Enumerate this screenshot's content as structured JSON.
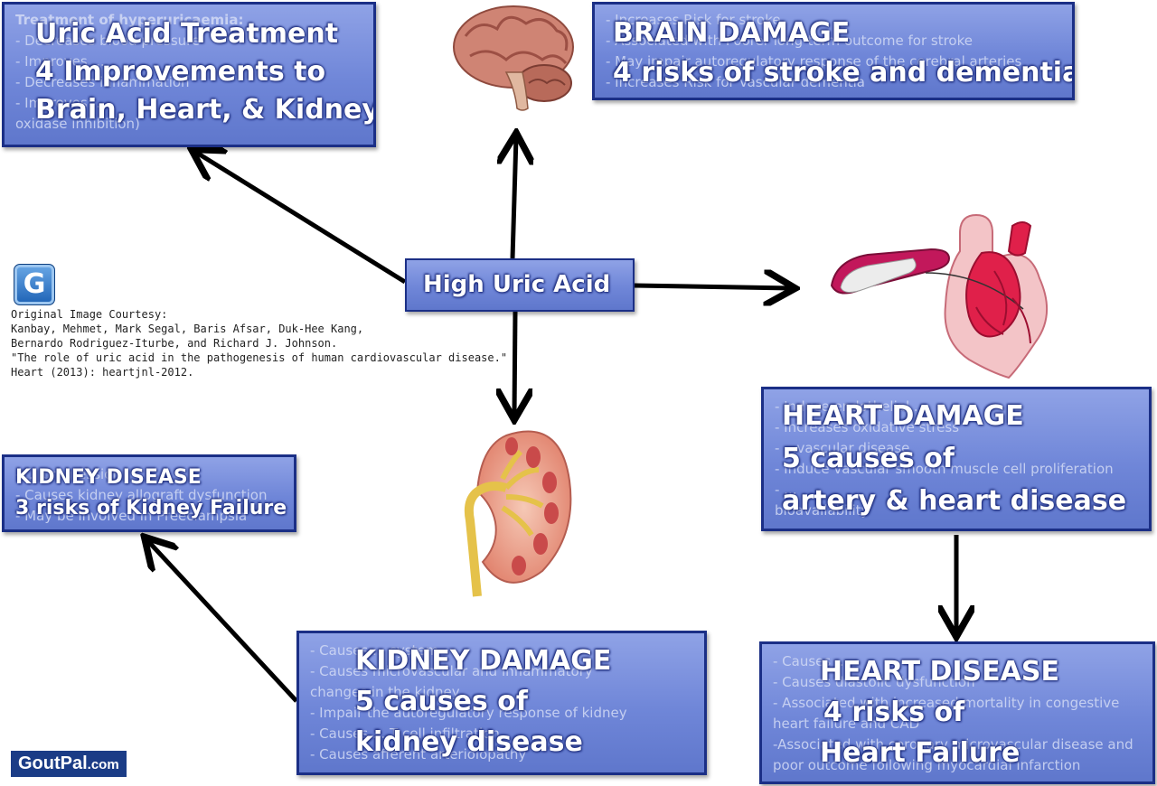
{
  "center": {
    "label": "High Uric Acid"
  },
  "treatment": {
    "title": [
      "Uric  Acid Treatment",
      "4 Improvements to",
      "Brain, Heart, & Kidney"
    ],
    "under": [
      "Treatment of hyperuricaemia:",
      "- Decreases blood pressure",
      "- Improves ...",
      "- Decreases inflammation",
      "- Improves ...",
      "oxidase inhibition)"
    ]
  },
  "brain": {
    "title": [
      "BRAIN DAMAGE",
      "4 risks of stroke and dementia"
    ],
    "under": [
      "- Increases Risk for stroke",
      "- Associated with Poorer long-term outcome for stroke",
      "- May impair autoregulatory response of the cerebral arteries",
      "- Increases Risk for Vascular dementia"
    ]
  },
  "heart_damage": {
    "title": [
      "HEART DAMAGE",
      "5 causes of",
      "artery & heart disease"
    ],
    "under": [
      "- Induce endothelial ...",
      "- Increases oxidative stress",
      "- ...vascular disease",
      "- Induce vascular smooth muscle cell proliferation",
      "- ...",
      "bioavailability"
    ]
  },
  "kidney_disease": {
    "title": [
      "KIDNEY DISEASE",
      "3 risks of Kidney Failure"
    ],
    "under": [
      "- ... progression",
      "- Causes kidney allograft dysfunction",
      "- May be involved in Preeclampsia"
    ]
  },
  "kidney_damage": {
    "title": [
      "KIDNEY DAMAGE",
      "5 causes of",
      "kidney disease"
    ],
    "under": [
      "- Causes ... system",
      "- Causes microvascular and inflammatory",
      "changes in the kidney",
      "- Impair the autoregulatory response of kidney",
      "- Causes ... T cell infiltration",
      "- Causes afferent arteriolopathy"
    ]
  },
  "heart_disease": {
    "title": [
      "HEART DISEASE",
      "4 risks of",
      "Heart Failure"
    ],
    "under": [
      "- Causes ...",
      "- Causes diastolic dysfunction",
      "- Associated with increased mortality in congestive",
      "heart failure and CAD",
      "-Associated with coronary microvascular disease and",
      "poor outcome following myocardial infarction"
    ]
  },
  "credit": {
    "lines": [
      "Original Image Courtesy:",
      "Kanbay, Mehmet, Mark Segal, Baris Afsar, Duk-Hee Kang,",
      "Bernardo Rodriguez-Iturbe, and Richard J. Johnson.",
      "\"The role of uric acid in the pathogenesis of human cardiovascular disease.\"",
      "Heart (2013): heartjnl-2012."
    ]
  },
  "logo": {
    "letter": "G"
  },
  "brand": {
    "name": "GoutPal",
    "domain": ".com"
  },
  "colors": {
    "box_border": "#1b2f86",
    "box_fill": "#6f86d8",
    "brand_bg": "#1b3c86"
  }
}
